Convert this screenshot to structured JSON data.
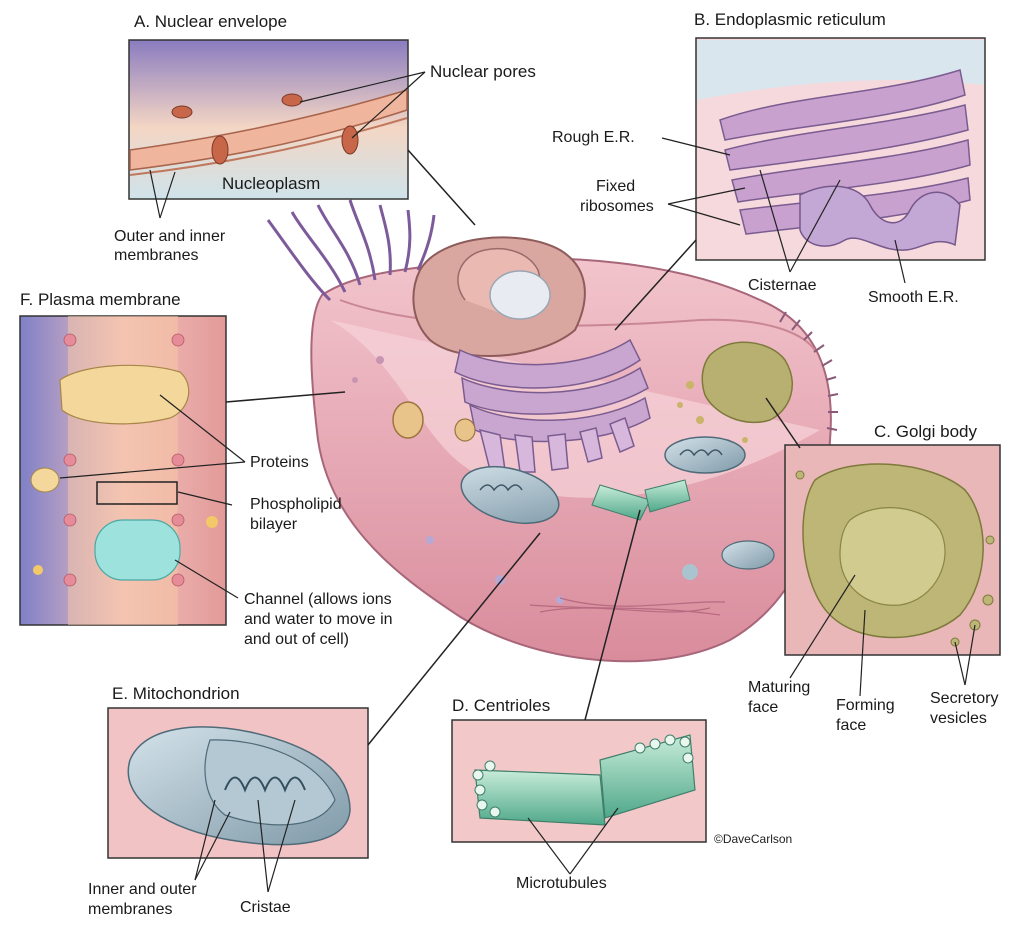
{
  "panels": {
    "nuclear_envelope": {
      "title": "A. Nuclear envelope",
      "nuclear_pores": "Nuclear pores",
      "nucleoplasm": "Nucleoplasm",
      "membranes_line1": "Outer and inner",
      "membranes_line2": "membranes"
    },
    "endoplasmic_reticulum": {
      "title": "B. Endoplasmic reticulum",
      "rough_er": "Rough E.R.",
      "fixed_line1": "Fixed",
      "fixed_line2": "ribosomes",
      "cisternae": "Cisternae",
      "smooth_er": "Smooth E.R."
    },
    "golgi": {
      "title": "C. Golgi body",
      "maturing_line1": "Maturing",
      "maturing_line2": "face",
      "forming_line1": "Forming",
      "forming_line2": "face",
      "secretory_line1": "Secretory",
      "secretory_line2": "vesicles"
    },
    "centrioles": {
      "title": "D. Centrioles",
      "microtubules": "Microtubules"
    },
    "mitochondrion": {
      "title": "E. Mitochondrion",
      "membranes_line1": "Inner and outer",
      "membranes_line2": "membranes",
      "cristae": "Cristae"
    },
    "plasma_membrane": {
      "title": "F. Plasma membrane",
      "proteins": "Proteins",
      "phospho_line1": "Phospholipid",
      "phospho_line2": "bilayer",
      "channel_line1": "Channel (allows ions",
      "channel_line2": "and water to move in",
      "channel_line3": "and out of cell)"
    }
  },
  "copyright": "©DaveCarlson",
  "colors": {
    "cell_pink": "#e8a9b5",
    "nucleus": "#d9a7a0",
    "er_purple": "#b89ac6",
    "mito_blue": "#9fb7c4",
    "golgi_olive": "#b8b070",
    "centriole_green": "#7fc4ad",
    "panel_border": "#333333"
  }
}
